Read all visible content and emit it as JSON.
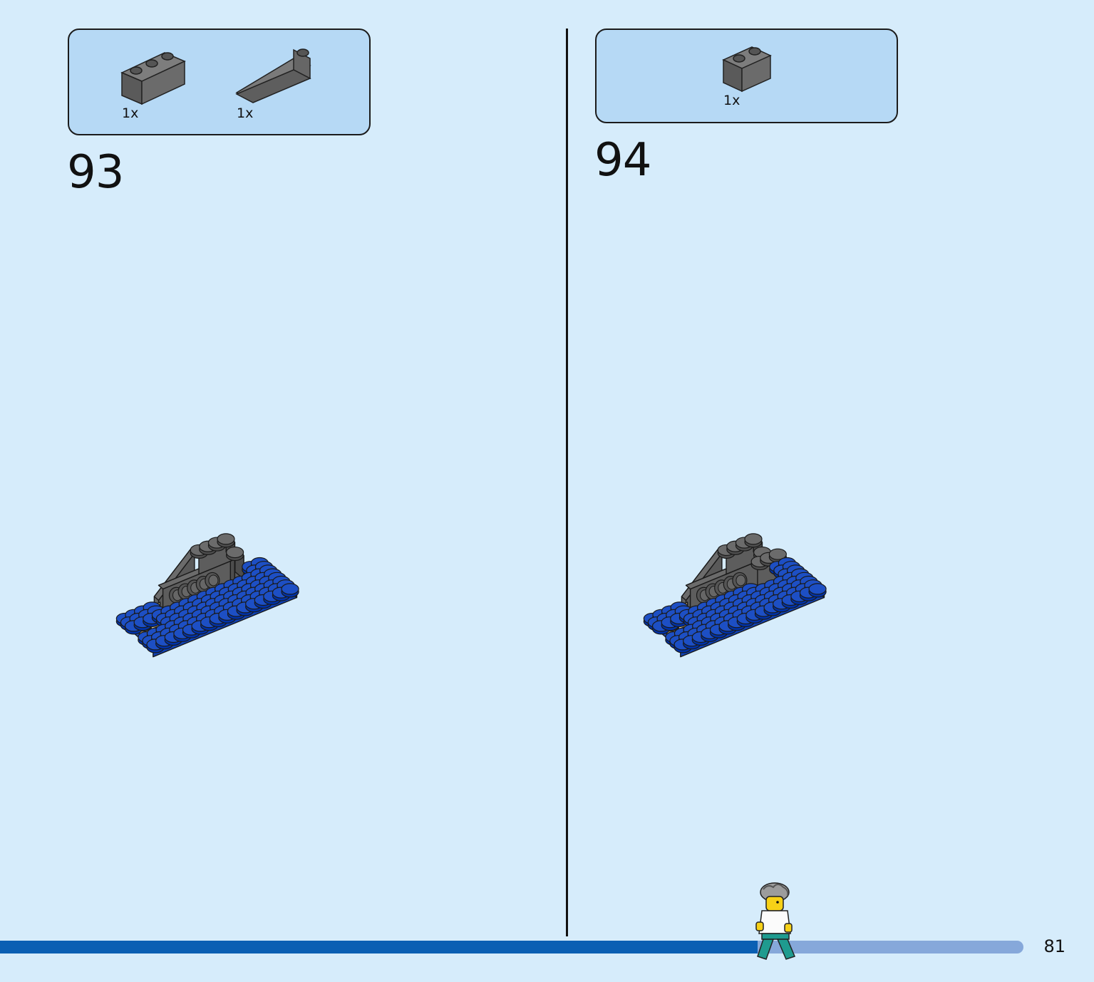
{
  "steps": [
    {
      "number": "93",
      "parts": [
        {
          "qty": "1x",
          "icon": "brick-1x3-dark-gray"
        },
        {
          "qty": "1x",
          "icon": "slope-brick-1x4-dark-gray"
        }
      ]
    },
    {
      "number": "94",
      "parts": [
        {
          "qty": "1x",
          "icon": "brick-1x2-dark-gray"
        }
      ]
    }
  ],
  "progress": {
    "fraction": 0.74
  },
  "page": {
    "number": "81"
  },
  "colors": {
    "background": "#d6ecfb",
    "parts_box": "#b6d9f5",
    "progress_fill": "#0a5fb3",
    "progress_track": "#86a8da",
    "brick_gray": "#6b6b6b",
    "plate_blue": "#1d4fc4",
    "tan_piece": "#e6cc95"
  }
}
